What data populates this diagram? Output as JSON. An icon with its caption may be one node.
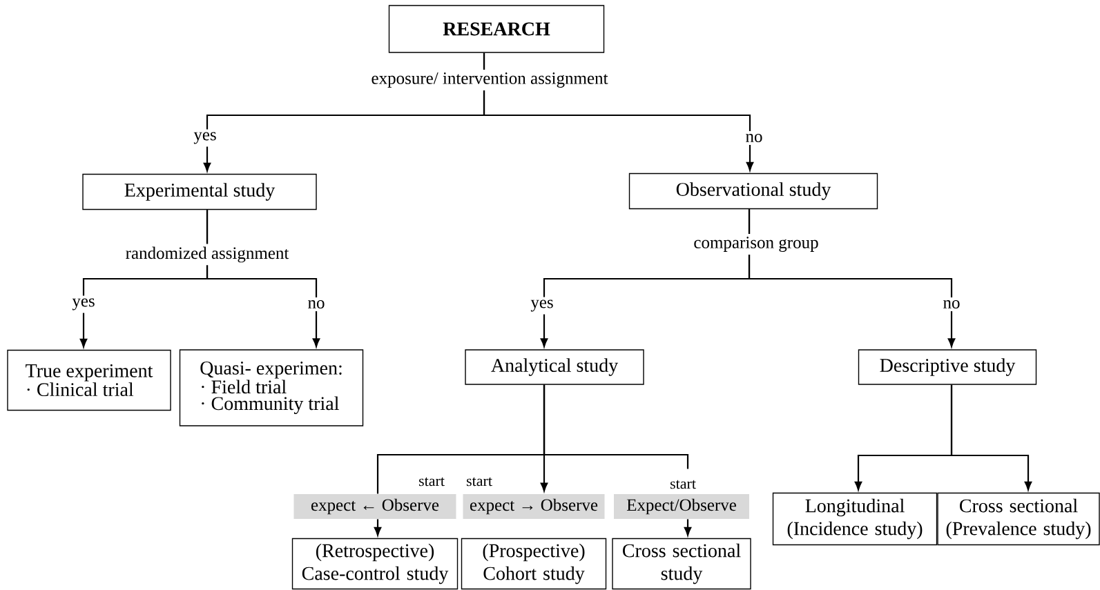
{
  "diagram": {
    "nodes": [
      {
        "text": [
          "RESEARCH"
        ]
      },
      {
        "text": [
          "Experimental study"
        ]
      },
      {
        "text": [
          "Observational study"
        ]
      },
      {
        "text": [
          "True experiment",
          "· Clinical trial"
        ]
      },
      {
        "text": [
          "Quasi- experimen:",
          "· Field trial",
          "· Community trial"
        ]
      },
      {
        "text": [
          "Analytical study"
        ]
      },
      {
        "text": [
          "Descriptive study"
        ]
      },
      {
        "text": [
          "expect ← Observe"
        ],
        "beside": [
          "start"
        ]
      },
      {
        "text": [
          "expect → Observe"
        ],
        "beside": [
          "start"
        ]
      },
      {
        "text": [
          "Expect/Observe"
        ],
        "beside": [
          "start"
        ]
      },
      {
        "text": [
          "(Retrospective) Case-control study"
        ]
      },
      {
        "text": [
          "(Prospective) Cohort study"
        ]
      },
      {
        "text": [
          "Cross sectional study"
        ]
      },
      {
        "text": [
          "Longitudinal (Incidence study)"
        ]
      },
      {
        "text": [
          "Cross sectional (Prevalence study)"
        ]
      }
    ],
    "edges": [
      {
        "from": 0,
        "to": 1,
        "arrow": "to",
        "label": "yes"
      },
      {
        "from": 0,
        "to": 2,
        "arrow": "to",
        "label": "no"
      },
      {
        "from": 1,
        "to": 3,
        "arrow": "to",
        "label": "yes"
      },
      {
        "from": 1,
        "to": 4,
        "arrow": "to",
        "label": "no"
      },
      {
        "from": 2,
        "to": 5,
        "arrow": "to",
        "label": "yes"
      },
      {
        "from": 2,
        "to": 6,
        "arrow": "to",
        "label": "no"
      },
      {
        "from": 5,
        "to": 7,
        "arrow": "none"
      },
      {
        "from": 5,
        "to": 8,
        "arrow": "to"
      },
      {
        "from": 5,
        "to": 9,
        "arrow": "none"
      },
      {
        "from": 7,
        "to": 10,
        "arrow": "to"
      },
      {
        "from": 9,
        "to": 12,
        "arrow": "to"
      },
      {
        "from": 6,
        "to": 13,
        "arrow": "to"
      },
      {
        "from": 6,
        "to": 14,
        "arrow": "to"
      }
    ],
    "labels": [
      "exposure/ intervention assignment",
      "randomized assignment",
      "comparison group"
    ]
  }
}
